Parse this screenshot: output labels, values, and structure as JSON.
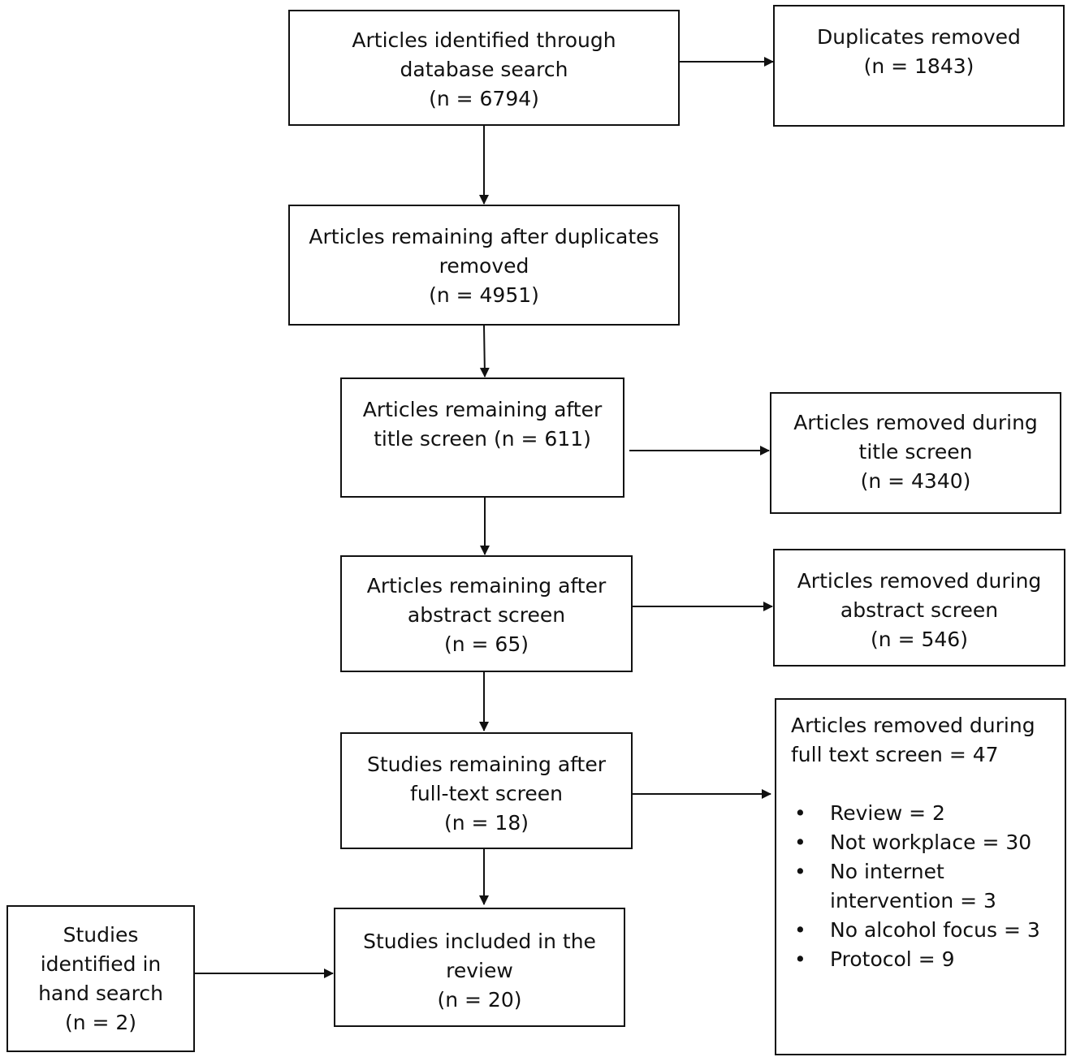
{
  "boxes": {
    "identified": [
      "Articles identified through",
      "database search",
      "(n = 6794)"
    ],
    "duplicates": [
      "Duplicates removed",
      "(n = 1843)"
    ],
    "after_duplicates": [
      "Articles remaining after duplicates",
      "removed",
      "(n = 4951)"
    ],
    "after_title": [
      "Articles remaining after",
      "title screen (n = 611)"
    ],
    "removed_title": [
      "Articles removed during",
      "title screen",
      "(n = 4340)"
    ],
    "after_abstract": [
      "Articles remaining after",
      "abstract screen",
      "(n = 65)"
    ],
    "removed_abstract": [
      "Articles removed during",
      "abstract screen",
      "(n = 546)"
    ],
    "after_fulltext": [
      "Studies remaining after",
      "full-text screen",
      "(n = 18)"
    ],
    "removed_fulltext": {
      "heading": [
        "Articles removed during",
        "full text screen = 47"
      ],
      "reasons": [
        [
          "Review = 2"
        ],
        [
          "Not workplace  = 30"
        ],
        [
          "No internet",
          "intervention = 3"
        ],
        [
          "No alcohol focus = 3"
        ],
        [
          "Protocol = 9"
        ]
      ]
    },
    "hand_search": [
      "Studies",
      "identified in",
      "hand search",
      "(n = 2)"
    ],
    "included": [
      "Studies included in the",
      "review",
      "(n = 20)"
    ]
  }
}
